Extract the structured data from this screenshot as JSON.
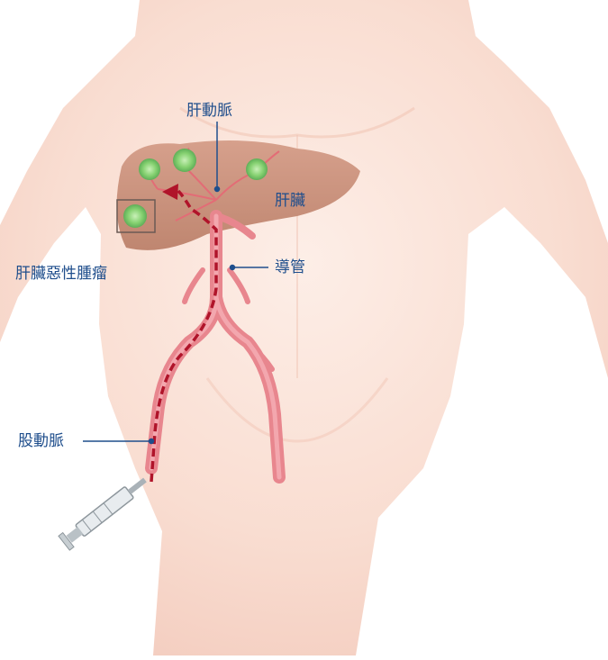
{
  "labels": {
    "hepatic_artery": "肝動脈",
    "liver": "肝臟",
    "catheter": "導管",
    "liver_tumor": "肝臟惡性腫瘤",
    "femoral_artery": "股動脈"
  },
  "colors": {
    "label_text": "#1f4e8c",
    "leader_line": "#1f4e8c",
    "skin_light": "#fbe4da",
    "skin_shade": "#f3cdbf",
    "liver": "#c98f7a",
    "artery": "#e8868e",
    "artery_dark": "#d2626e",
    "catheter": "#b0142a",
    "tumor": "#7ccb6a"
  },
  "icons": [
    "syringe-icon",
    "zoom-box-icon",
    "catheter-tip-arrow-icon"
  ]
}
